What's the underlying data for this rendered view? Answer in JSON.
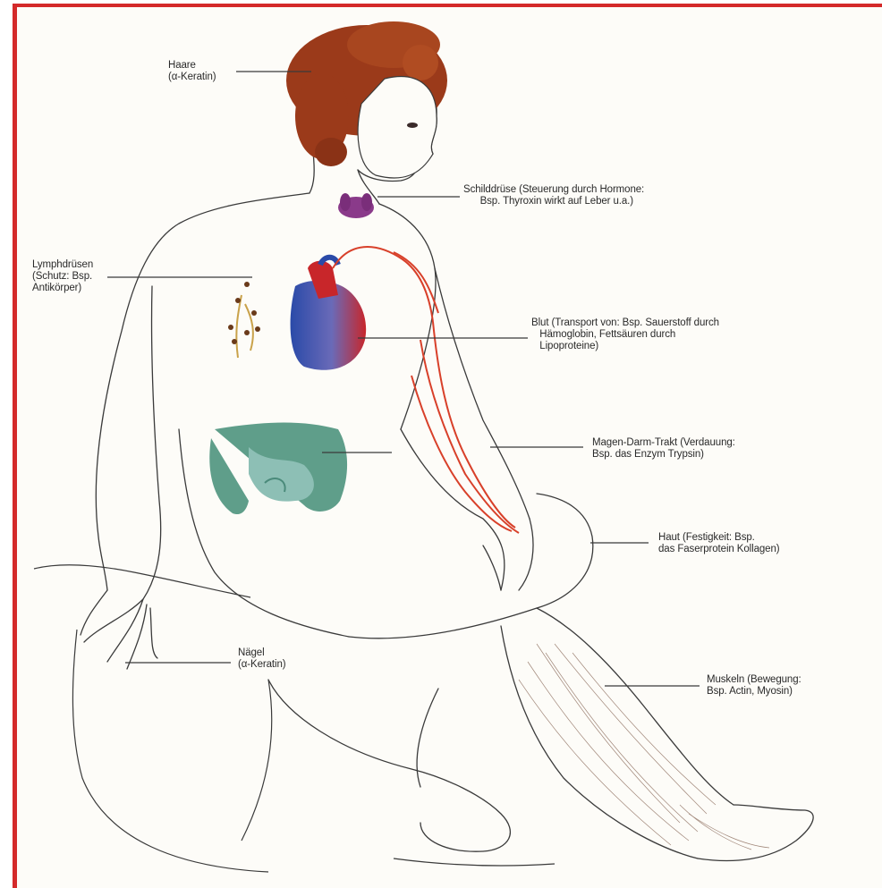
{
  "colors": {
    "frame": "#d42a2a",
    "paper": "#fdfcf8",
    "hair": "#9b3a1a",
    "thyroid": "#8a3a8a",
    "lymph": "#c9a24a",
    "heart_red": "#c8262a",
    "heart_blue": "#2a4aa8",
    "artery": "#d8402a",
    "intestine": "#5f9e8a",
    "outline": "#3a3a3a"
  },
  "labels": {
    "haare_1": "Haare",
    "haare_2": "(α-Keratin)",
    "schild_1": "Schilddrüse (Steuerung durch Hormone:",
    "schild_2": "Bsp. Thyroxin wirkt auf Leber u.a.)",
    "lymph_1": "Lymphdrüsen",
    "lymph_2": "(Schutz: Bsp.",
    "lymph_3": "Antikörper)",
    "blut_1": "Blut (Transport von: Bsp. Sauerstoff durch",
    "blut_2": "Hämoglobin, Fettsäuren durch",
    "blut_3": "Lipoproteine)",
    "magen_1": "Magen-Darm-Trakt (Verdauung:",
    "magen_2": "Bsp. das Enzym Trypsin)",
    "haut_1": "Haut (Festigkeit: Bsp.",
    "haut_2": "das Faserprotein Kollagen)",
    "naegel_1": "Nägel",
    "naegel_2": "(α-Keratin)",
    "muskeln_1": "Muskeln (Bewegung:",
    "muskeln_2": "Bsp. Actin, Myosin)"
  }
}
